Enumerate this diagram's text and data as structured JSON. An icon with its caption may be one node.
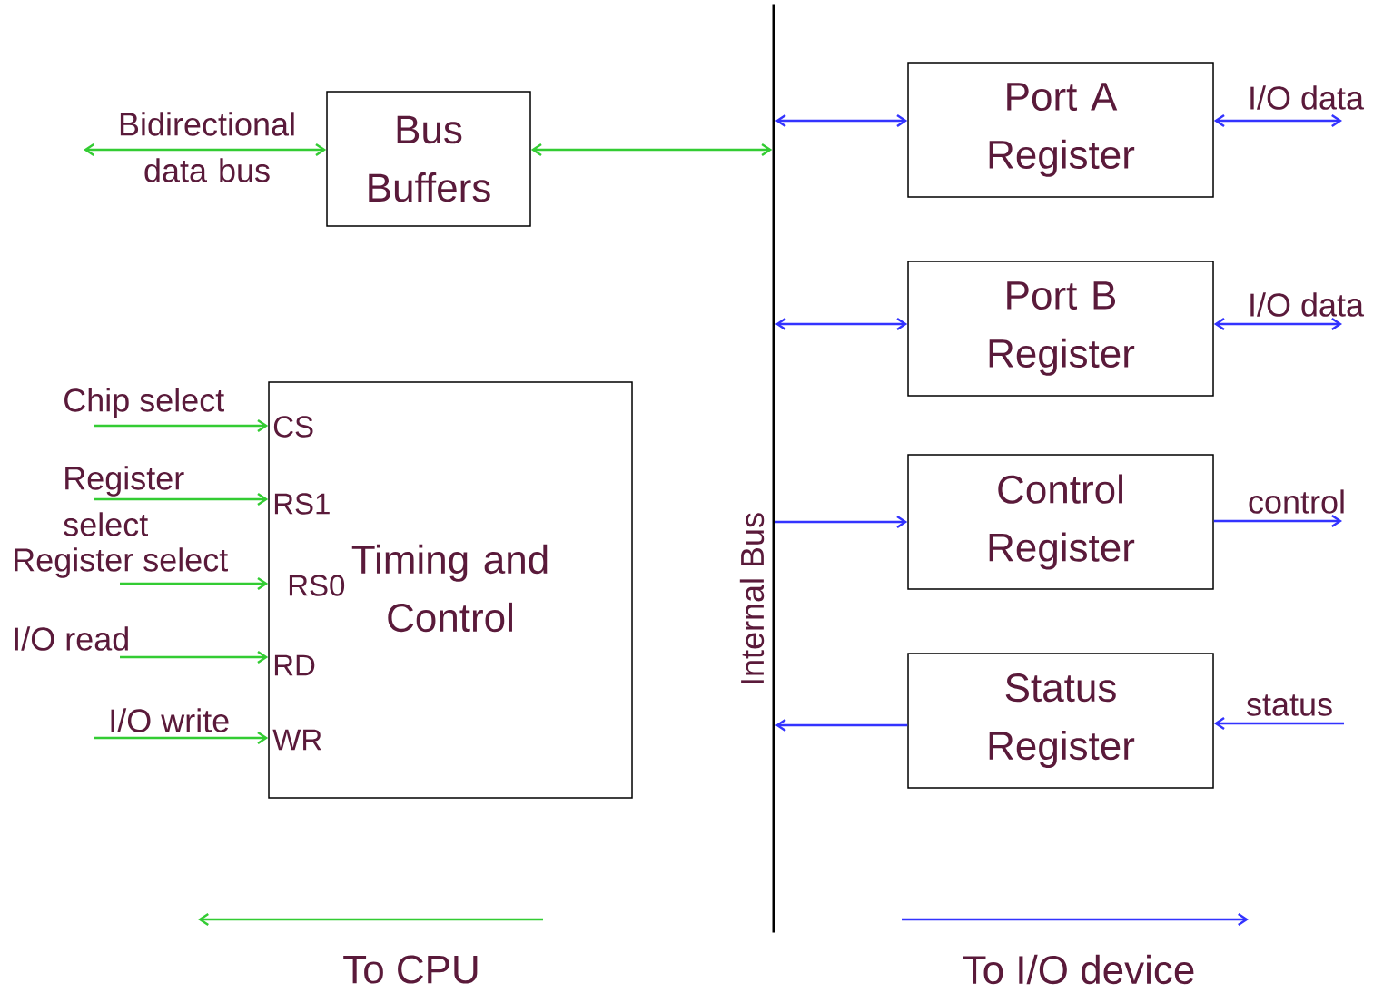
{
  "diagram": {
    "nodes": [
      {
        "text": [
          "Bus Buffers"
        ]
      },
      {
        "text": [
          "Port A Register"
        ]
      },
      {
        "text": [
          "Port B Register"
        ]
      },
      {
        "text": [
          "Control Register"
        ]
      },
      {
        "text": [
          "Status Register"
        ]
      },
      {
        "text": [
          "Timing and Control",
          "CS",
          "RS1",
          "RS0",
          "RD",
          "WR"
        ]
      },
      {
        "text": [
          "Internal Bus"
        ]
      }
    ],
    "edges": [
      {
        "from": null,
        "to": 0,
        "arrow": "both",
        "label": "Bidirectional data bus",
        "color": "#33cc33"
      },
      {
        "from": 0,
        "to": 6,
        "arrow": "both",
        "color": "#33cc33"
      },
      {
        "from": 6,
        "to": 1,
        "arrow": "both"
      },
      {
        "from": 6,
        "to": 2,
        "arrow": "both"
      },
      {
        "from": 6,
        "to": 3,
        "arrow": "to"
      },
      {
        "from": 4,
        "to": 6,
        "arrow": "to"
      },
      {
        "from": 1,
        "to": null,
        "arrow": "both",
        "label": "I/O data"
      },
      {
        "from": 2,
        "to": null,
        "arrow": "both",
        "label": "I/O data"
      },
      {
        "from": 3,
        "to": null,
        "arrow": "to",
        "label": "control"
      },
      {
        "from": null,
        "to": 4,
        "arrow": "to",
        "label": "status"
      },
      {
        "from": null,
        "to": 5,
        "arrow": "to",
        "label": "Chip select",
        "color": "#33cc33"
      },
      {
        "from": null,
        "to": 5,
        "arrow": "to",
        "label": "Register select",
        "color": "#33cc33"
      },
      {
        "from": null,
        "to": 5,
        "arrow": "to",
        "label": "Register select",
        "color": "#33cc33"
      },
      {
        "from": null,
        "to": 5,
        "arrow": "to",
        "label": "I/O read",
        "color": "#33cc33"
      },
      {
        "from": null,
        "to": 5,
        "arrow": "to",
        "label": "I/O write",
        "color": "#33cc33"
      }
    ],
    "labels": [
      "To CPU",
      "To I/O device"
    ]
  }
}
